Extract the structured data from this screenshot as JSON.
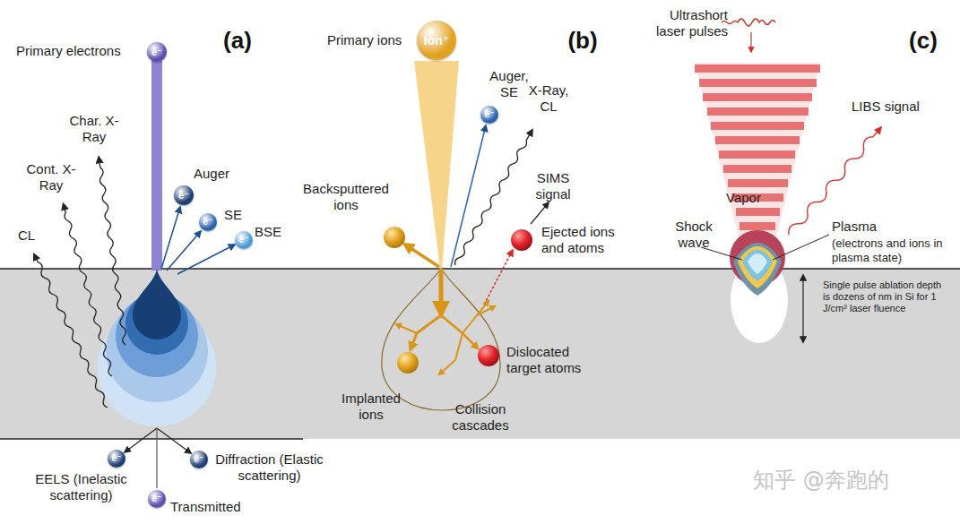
{
  "diagram": {
    "nodes": [
      {
        "text": [
          "e⁻"
        ]
      },
      {
        "text": [
          "e⁻"
        ]
      },
      {
        "text": [
          "e⁻"
        ]
      },
      {
        "text": [
          "e⁻"
        ]
      },
      {
        "text": [
          "e⁻"
        ]
      },
      {
        "text": [
          "e⁻"
        ]
      },
      {
        "text": [
          "e⁻"
        ]
      },
      {
        "text": [
          "Ion⁺"
        ]
      },
      {
        "text": [
          "e⁻"
        ]
      }
    ],
    "labels": [
      "(a)",
      "Primary electrons",
      "Char. X-Ray",
      "Cont. X-Ray",
      "CL",
      "Auger",
      "SE",
      "BSE",
      "EELS (Inelastic scattering)",
      "Diffraction (Elastic scattering)",
      "Transmitted",
      "(b)",
      "Primary ions",
      "Auger, SE",
      "X-Ray, CL",
      "SIMS signal",
      "Backsputtered ions",
      "Ejected ions and atoms",
      "Dislocated target atoms",
      "Implanted ions",
      "Collision cascades",
      "(c)",
      "Ultrashort laser pulses",
      "LIBS signal",
      "Vapor",
      "Shock wave",
      "Plasma",
      "(electrons and ions in plasma state)",
      "Single pulse ablation depth is dozens of nm in Si for 1 J/cm² laser fluence",
      "知乎 @奔跑的"
    ]
  }
}
